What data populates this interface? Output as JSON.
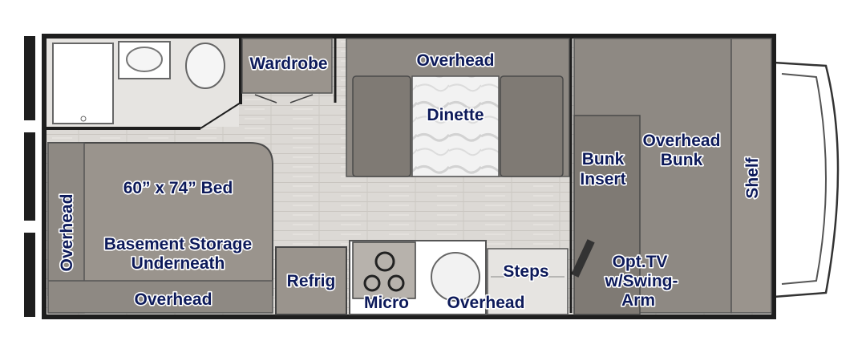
{
  "floorplan": {
    "labels": {
      "wardrobe": "Wardrobe",
      "overhead_dinette": "Overhead",
      "dinette": "Dinette",
      "bunk_insert": [
        "Bunk",
        "Insert"
      ],
      "overhead_bunk": [
        "Overhead",
        "Bunk"
      ],
      "shelf": "Shelf",
      "bed": "60” x 74” Bed",
      "overhead_left": "Overhead",
      "basement_storage": [
        "Basement Storage",
        "Underneath"
      ],
      "overhead_bottom_left": "Overhead",
      "refrig": "Refrig",
      "micro": "Micro",
      "overhead_bottom_mid": "Overhead",
      "steps": "Steps",
      "opt_tv": [
        "Opt.TV",
        "w/Swing-",
        "Arm"
      ]
    },
    "colors": {
      "wall": "#1e1e1e",
      "floor": "#d9d6d2",
      "cabinet": "#9a948d",
      "cabinet_dark": "#7f7a74",
      "cushion": "#8a8580",
      "label": "#0d1a5a"
    }
  }
}
